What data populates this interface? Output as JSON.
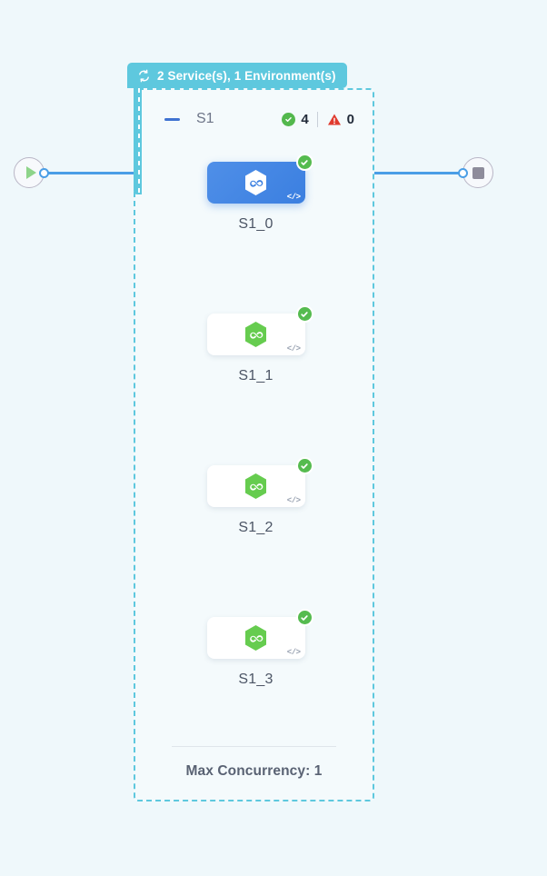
{
  "canvas": {
    "background_color": "#eff8fb",
    "edge_color": "#4a9ee6"
  },
  "terminals": {
    "start": {
      "name": "start-node",
      "icon": "play-icon",
      "icon_color": "#8ed48a"
    },
    "end": {
      "name": "end-node",
      "icon": "stop-icon",
      "icon_color": "#8e8c9b"
    }
  },
  "group": {
    "badge": {
      "icon": "refresh-loop-icon",
      "label": "2 Service(s), 1 Environment(s)",
      "background_color": "#5ec8de",
      "text_color": "#ffffff"
    },
    "border_color": "#5ec8de",
    "service": {
      "collapse_icon": "minus-icon",
      "name": "S1",
      "stats": {
        "success_icon": "check-circle-icon",
        "success_count": "4",
        "success_color": "#53b84d",
        "error_icon": "warning-triangle-icon",
        "error_count": "0",
        "error_color": "#e03b2f"
      }
    },
    "nodes": [
      {
        "label": "S1_0",
        "selected": true,
        "hex_color": "#ffffff",
        "status_icon": "check-circle-icon",
        "code_icon": "code-brackets-icon"
      },
      {
        "label": "S1_1",
        "selected": false,
        "hex_color": "#66c details",
        "status_icon": "check-circle-icon",
        "code_icon": "code-brackets-icon"
      },
      {
        "label": "S1_2",
        "selected": false,
        "hex_color": "#66cc4f",
        "status_icon": "check-circle-icon",
        "code_icon": "code-brackets-icon"
      },
      {
        "label": "S1_3",
        "selected": false,
        "hex_color": "#66cc4f",
        "status_icon": "check-circle-icon",
        "code_icon": "code-brackets-icon"
      }
    ],
    "footer": {
      "text": "Max Concurrency: 1"
    }
  }
}
